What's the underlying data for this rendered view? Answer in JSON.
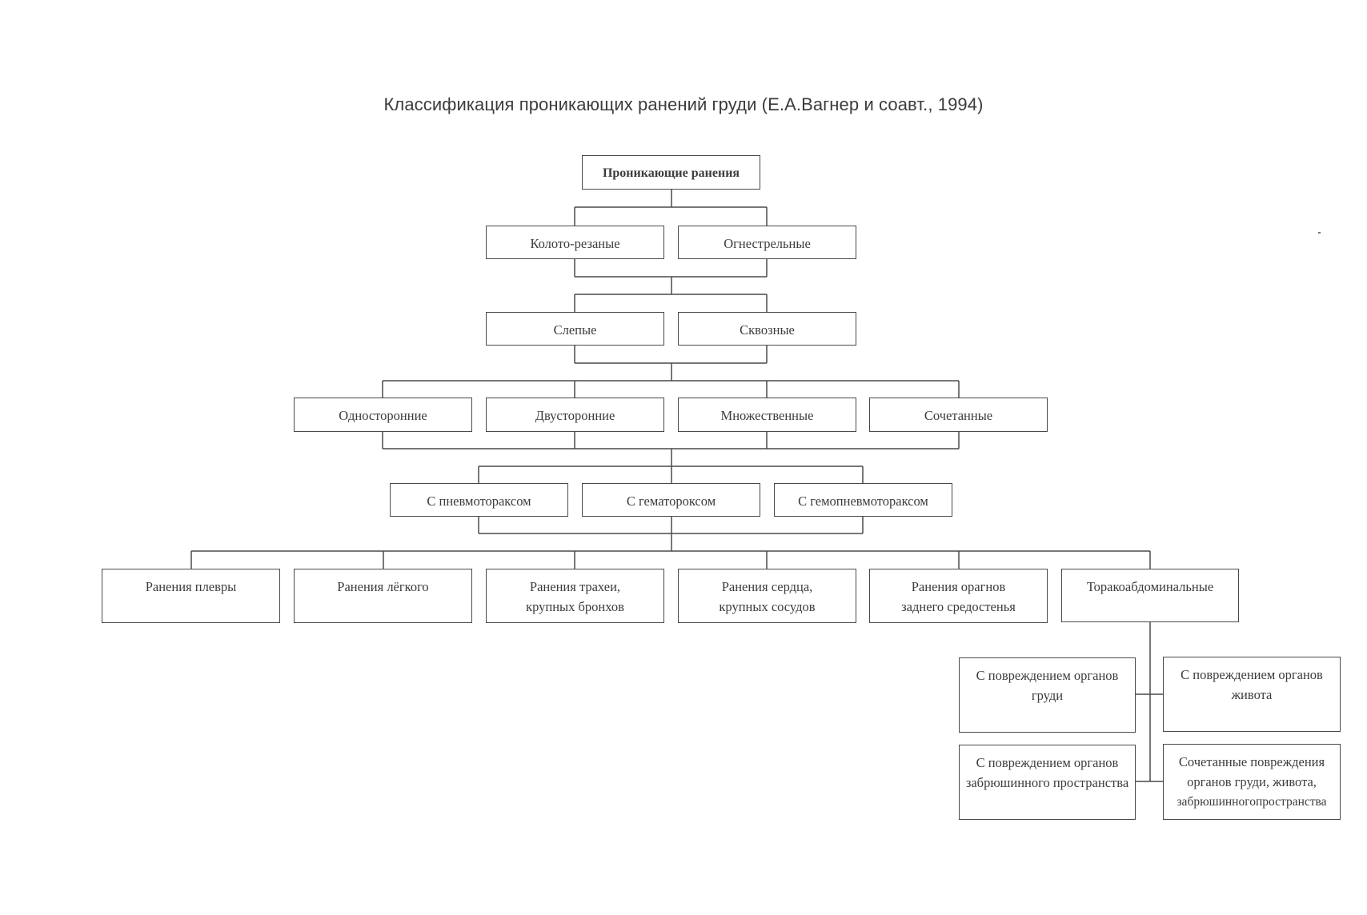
{
  "title": "Классификация проникающих ранений груди (Е.А.Вагнер и соавт., 1994)",
  "nodes": {
    "root": "Проникающие ранения",
    "stab_cut": "Колото-резаные",
    "gunshot": "Огнестрельные",
    "blind": "Слепые",
    "through": "Сквозные",
    "unilateral": "Односторонние",
    "bilateral": "Двусторонние",
    "multiple": "Множественные",
    "combined": "Сочетанные",
    "pneumothorax": "С пневмотораксом",
    "hemothorax": "С гематороксом",
    "hemopneumothorax": "С гемопневмотораксом",
    "pleura": "Ранения плевры",
    "lung": "Ранения лёгкого",
    "trachea": [
      "Ранения трахеи,",
      "крупных бронхов"
    ],
    "heart": [
      "Ранения сердца,",
      "крупных сосудов"
    ],
    "posterior_mediastinum": [
      "Ранения орагнов",
      "заднего средостенья"
    ],
    "thoracoabdominal": "Торакоабдоминальные",
    "chest_organs": [
      "С повреждением органов",
      "груди"
    ],
    "abdominal_organs": [
      "С повреждением органов",
      "живота"
    ],
    "retroperitoneal": [
      "С повреждением органов",
      "забрюшинного пространства"
    ],
    "combined_organs": [
      "Сочетанные повреждения",
      "органов груди, живота,",
      "забрюшинногопространства"
    ]
  }
}
